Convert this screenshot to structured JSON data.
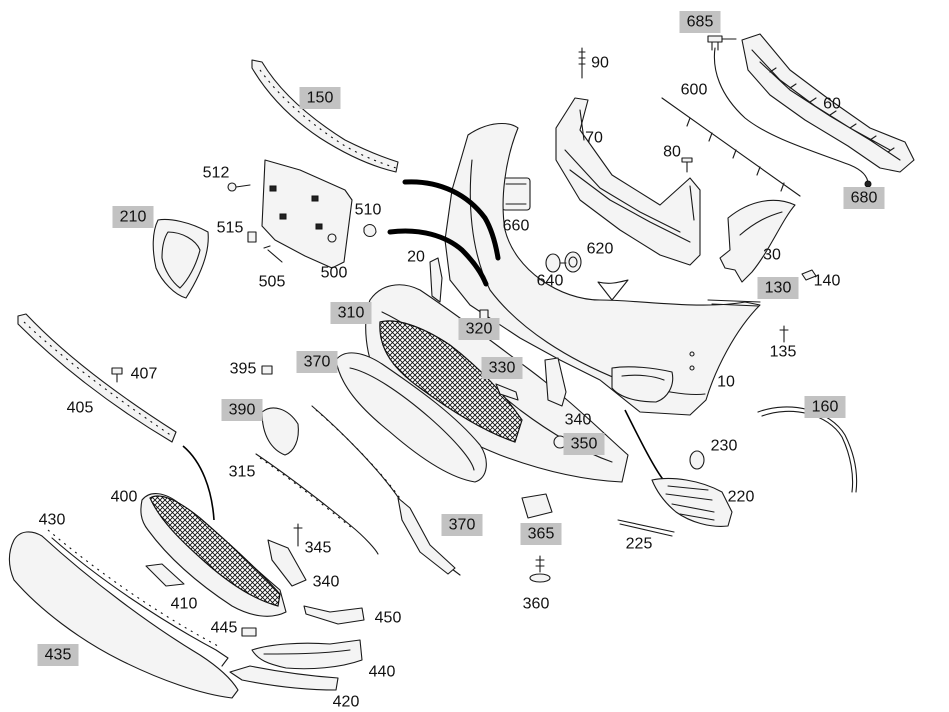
{
  "callouts": [
    {
      "id": "c685",
      "text": "685",
      "boxed": true
    },
    {
      "id": "c90",
      "text": "90",
      "boxed": false
    },
    {
      "id": "c600",
      "text": "600",
      "boxed": false
    },
    {
      "id": "c60",
      "text": "60",
      "boxed": false
    },
    {
      "id": "c150",
      "text": "150",
      "boxed": true
    },
    {
      "id": "c70",
      "text": "70",
      "boxed": false
    },
    {
      "id": "c80",
      "text": "80",
      "boxed": false
    },
    {
      "id": "c512",
      "text": "512",
      "boxed": false
    },
    {
      "id": "c680",
      "text": "680",
      "boxed": true
    },
    {
      "id": "c210",
      "text": "210",
      "boxed": true
    },
    {
      "id": "c510",
      "text": "510",
      "boxed": false
    },
    {
      "id": "c515",
      "text": "515",
      "boxed": false
    },
    {
      "id": "c660",
      "text": "660",
      "boxed": false
    },
    {
      "id": "c620",
      "text": "620",
      "boxed": false
    },
    {
      "id": "c20",
      "text": "20",
      "boxed": false
    },
    {
      "id": "c30",
      "text": "30",
      "boxed": false
    },
    {
      "id": "c505",
      "text": "505",
      "boxed": false
    },
    {
      "id": "c500",
      "text": "500",
      "boxed": false
    },
    {
      "id": "c640",
      "text": "640",
      "boxed": false
    },
    {
      "id": "c130",
      "text": "130",
      "boxed": true
    },
    {
      "id": "c140",
      "text": "140",
      "boxed": false
    },
    {
      "id": "c310",
      "text": "310",
      "boxed": true
    },
    {
      "id": "c320",
      "text": "320",
      "boxed": true
    },
    {
      "id": "c135",
      "text": "135",
      "boxed": false
    },
    {
      "id": "c370a",
      "text": "370",
      "boxed": true
    },
    {
      "id": "c395",
      "text": "395",
      "boxed": false
    },
    {
      "id": "c330",
      "text": "330",
      "boxed": true
    },
    {
      "id": "c407",
      "text": "407",
      "boxed": false
    },
    {
      "id": "c10",
      "text": "10",
      "boxed": false
    },
    {
      "id": "c405",
      "text": "405",
      "boxed": false
    },
    {
      "id": "c390",
      "text": "390",
      "boxed": true
    },
    {
      "id": "c160",
      "text": "160",
      "boxed": true
    },
    {
      "id": "c340a",
      "text": "340",
      "boxed": false
    },
    {
      "id": "c350",
      "text": "350",
      "boxed": true
    },
    {
      "id": "c230",
      "text": "230",
      "boxed": false
    },
    {
      "id": "c315",
      "text": "315",
      "boxed": false
    },
    {
      "id": "c400",
      "text": "400",
      "boxed": false
    },
    {
      "id": "c220",
      "text": "220",
      "boxed": false
    },
    {
      "id": "c370b",
      "text": "370",
      "boxed": true
    },
    {
      "id": "c430",
      "text": "430",
      "boxed": false
    },
    {
      "id": "c365",
      "text": "365",
      "boxed": true
    },
    {
      "id": "c225",
      "text": "225",
      "boxed": false
    },
    {
      "id": "c345",
      "text": "345",
      "boxed": false
    },
    {
      "id": "c340b",
      "text": "340",
      "boxed": false
    },
    {
      "id": "c360",
      "text": "360",
      "boxed": false
    },
    {
      "id": "c410",
      "text": "410",
      "boxed": false
    },
    {
      "id": "c450",
      "text": "450",
      "boxed": false
    },
    {
      "id": "c445",
      "text": "445",
      "boxed": false
    },
    {
      "id": "c435",
      "text": "435",
      "boxed": true
    },
    {
      "id": "c440",
      "text": "440",
      "boxed": false
    },
    {
      "id": "c420",
      "text": "420",
      "boxed": false
    }
  ],
  "colors": {
    "highlight_box": "#c2c2c2",
    "line": "#1a1a1a",
    "background": "#ffffff"
  }
}
